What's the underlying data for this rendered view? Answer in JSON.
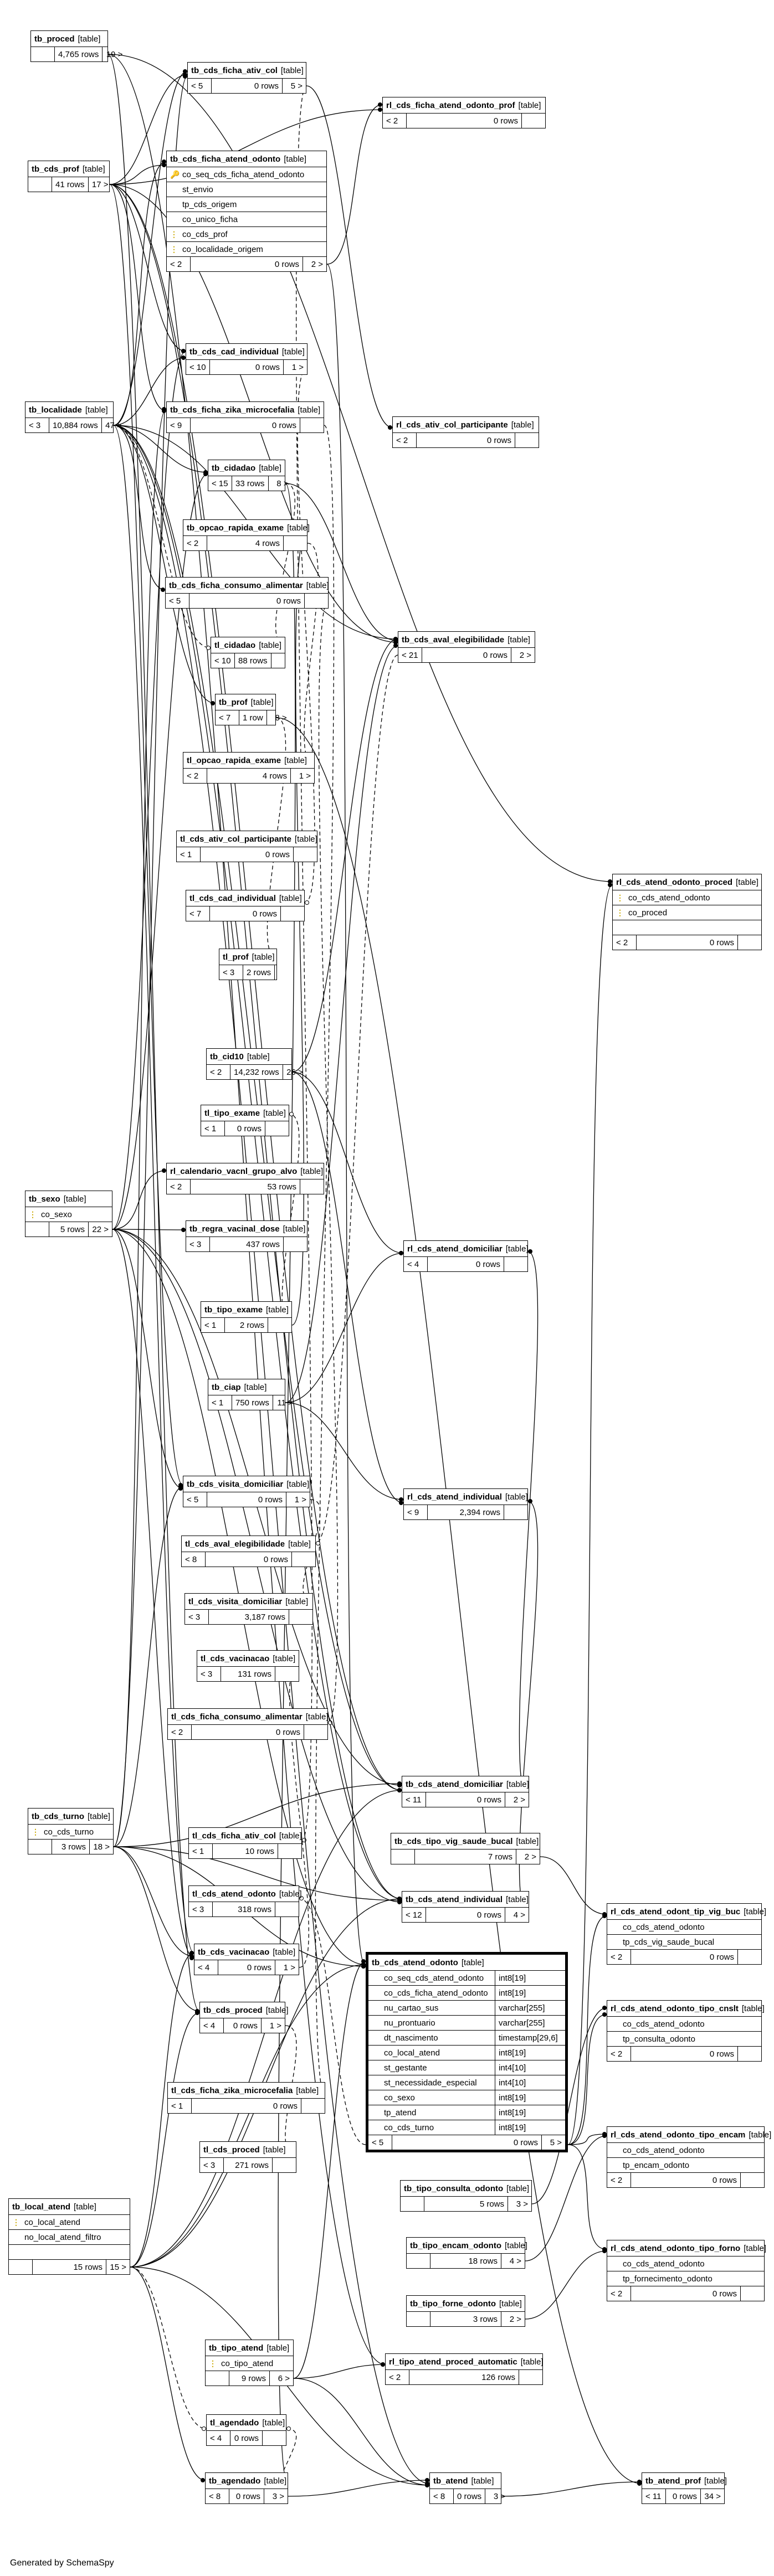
{
  "footer_text": "Generated by SchemaSpy",
  "tables": [
    {
      "id": "tb_proced",
      "name": "tb_proced",
      "type": "[table]",
      "columns": [],
      "parents": "",
      "rows": "4,765 rows",
      "children": "19 >"
    },
    {
      "id": "tb_cds_ficha_ativ_col",
      "name": "tb_cds_ficha_ativ_col",
      "type": "[table]",
      "columns": [],
      "parents": "< 5",
      "rows": "0 rows",
      "children": "5 >"
    },
    {
      "id": "rl_cds_ficha_atend_odonto_prof",
      "name": "rl_cds_ficha_atend_odonto_prof",
      "type": "[table]",
      "columns": [],
      "parents": "< 2",
      "rows": "0 rows",
      "children": ""
    },
    {
      "id": "tb_cds_prof",
      "name": "tb_cds_prof",
      "type": "[table]",
      "columns": [],
      "parents": "",
      "rows": "41 rows",
      "children": "17 >"
    },
    {
      "id": "tb_cds_ficha_atend_odonto",
      "name": "tb_cds_ficha_atend_odonto",
      "type": "[table]",
      "columns": [
        {
          "key": "🔑",
          "name": "co_seq_cds_ficha_atend_odonto"
        },
        {
          "key": "",
          "name": "st_envio"
        },
        {
          "key": "",
          "name": "tp_cds_origem"
        },
        {
          "key": "",
          "name": "co_unico_ficha"
        },
        {
          "key": "⋮",
          "name": "co_cds_prof"
        },
        {
          "key": "⋮",
          "name": "co_localidade_origem"
        }
      ],
      "parents": "< 2",
      "rows": "0 rows",
      "children": "2 >"
    },
    {
      "id": "tb_localidade",
      "name": "tb_localidade",
      "type": "[table]",
      "columns": [],
      "parents": "< 3",
      "rows": "10,884 rows",
      "children": "47 >"
    },
    {
      "id": "tb_cds_cad_individual",
      "name": "tb_cds_cad_individual",
      "type": "[table]",
      "columns": [],
      "parents": "< 10",
      "rows": "0 rows",
      "children": "1 >"
    },
    {
      "id": "tb_cds_ficha_zika_microcefalia",
      "name": "tb_cds_ficha_zika_microcefalia",
      "type": "[table]",
      "columns": [],
      "parents": "< 9",
      "rows": "0 rows",
      "children": ""
    },
    {
      "id": "rl_cds_ativ_col_participante",
      "name": "rl_cds_ativ_col_participante",
      "type": "[table]",
      "columns": [],
      "parents": "< 2",
      "rows": "0 rows",
      "children": ""
    },
    {
      "id": "tb_cidadao",
      "name": "tb_cidadao",
      "type": "[table]",
      "columns": [],
      "parents": "< 15",
      "rows": "33 rows",
      "children": "8 >"
    },
    {
      "id": "tb_opcao_rapida_exame",
      "name": "tb_opcao_rapida_exame",
      "type": "[table]",
      "columns": [],
      "parents": "< 2",
      "rows": "4 rows",
      "children": ""
    },
    {
      "id": "tb_cds_ficha_consumo_alimentar",
      "name": "tb_cds_ficha_consumo_alimentar",
      "type": "[table]",
      "columns": [],
      "parents": "< 5",
      "rows": "0 rows",
      "children": ""
    },
    {
      "id": "tl_cidadao",
      "name": "tl_cidadao",
      "type": "[table]",
      "columns": [],
      "parents": "< 10",
      "rows": "88 rows",
      "children": ""
    },
    {
      "id": "tb_cds_aval_elegibilidade",
      "name": "tb_cds_aval_elegibilidade",
      "type": "[table]",
      "columns": [],
      "parents": "< 21",
      "rows": "0 rows",
      "children": "2 >"
    },
    {
      "id": "tb_prof",
      "name": "tb_prof",
      "type": "[table]",
      "columns": [],
      "parents": "< 7",
      "rows": "1 row",
      "children": "8 >"
    },
    {
      "id": "tl_opcao_rapida_exame",
      "name": "tl_opcao_rapida_exame",
      "type": "[table]",
      "columns": [],
      "parents": "< 2",
      "rows": "4 rows",
      "children": "1 >"
    },
    {
      "id": "tl_cds_ativ_col_participante",
      "name": "tl_cds_ativ_col_participante",
      "type": "[table]",
      "columns": [],
      "parents": "< 1",
      "rows": "0 rows",
      "children": ""
    },
    {
      "id": "tl_cds_cad_individual",
      "name": "tl_cds_cad_individual",
      "type": "[table]",
      "columns": [],
      "parents": "< 7",
      "rows": "0 rows",
      "children": ""
    },
    {
      "id": "rl_cds_atend_odonto_proced",
      "name": "rl_cds_atend_odonto_proced",
      "type": "[table]",
      "columns": [
        {
          "key": "⋮",
          "name": "co_cds_atend_odonto"
        },
        {
          "key": "⋮",
          "name": "co_proced"
        },
        {
          "key": "",
          "name": ""
        }
      ],
      "parents": "< 2",
      "rows": "0 rows",
      "children": ""
    },
    {
      "id": "tl_prof",
      "name": "tl_prof",
      "type": "[table]",
      "columns": [],
      "parents": "< 3",
      "rows": "2 rows",
      "children": ""
    },
    {
      "id": "tb_cid10",
      "name": "tb_cid10",
      "type": "[table]",
      "columns": [],
      "parents": "< 2",
      "rows": "14,232 rows",
      "children": "26 >"
    },
    {
      "id": "tl_tipo_exame",
      "name": "tl_tipo_exame",
      "type": "[table]",
      "columns": [],
      "parents": "< 1",
      "rows": "0 rows",
      "children": ""
    },
    {
      "id": "rl_calendario_vacnl_grupo_alvo",
      "name": "rl_calendario_vacnl_grupo_alvo",
      "type": "[table]",
      "columns": [],
      "parents": "< 2",
      "rows": "53 rows",
      "children": ""
    },
    {
      "id": "tb_sexo",
      "name": "tb_sexo",
      "type": "[table]",
      "columns": [
        {
          "key": "⋮",
          "name": "co_sexo"
        }
      ],
      "parents": "",
      "rows": "5 rows",
      "children": "22 >"
    },
    {
      "id": "tb_regra_vacinal_dose",
      "name": "tb_regra_vacinal_dose",
      "type": "[table]",
      "columns": [],
      "parents": "< 3",
      "rows": "437 rows",
      "children": ""
    },
    {
      "id": "rl_cds_atend_domiciliar",
      "name": "rl_cds_atend_domiciliar",
      "type": "[table]",
      "columns": [],
      "parents": "< 4",
      "rows": "0 rows",
      "children": ""
    },
    {
      "id": "tb_tipo_exame",
      "name": "tb_tipo_exame",
      "type": "[table]",
      "columns": [],
      "parents": "< 1",
      "rows": "2 rows",
      "children": ""
    },
    {
      "id": "tb_ciap",
      "name": "tb_ciap",
      "type": "[table]",
      "columns": [],
      "parents": "< 1",
      "rows": "750 rows",
      "children": "11 >"
    },
    {
      "id": "tb_cds_visita_domiciliar",
      "name": "tb_cds_visita_domiciliar",
      "type": "[table]",
      "columns": [],
      "parents": "< 5",
      "rows": "0 rows",
      "children": "1 >"
    },
    {
      "id": "rl_cds_atend_individual",
      "name": "rl_cds_atend_individual",
      "type": "[table]",
      "columns": [],
      "parents": "< 9",
      "rows": "2,394 rows",
      "children": ""
    },
    {
      "id": "tl_cds_aval_elegibilidade",
      "name": "tl_cds_aval_elegibilidade",
      "type": "[table]",
      "columns": [],
      "parents": "< 8",
      "rows": "0 rows",
      "children": ""
    },
    {
      "id": "tl_cds_visita_domiciliar",
      "name": "tl_cds_visita_domiciliar",
      "type": "[table]",
      "columns": [],
      "parents": "< 3",
      "rows": "3,187 rows",
      "children": ""
    },
    {
      "id": "tl_cds_vacinacao",
      "name": "tl_cds_vacinacao",
      "type": "[table]",
      "columns": [],
      "parents": "< 3",
      "rows": "131 rows",
      "children": ""
    },
    {
      "id": "tl_cds_ficha_consumo_alimentar",
      "name": "tl_cds_ficha_consumo_alimentar",
      "type": "[table]",
      "columns": [],
      "parents": "< 2",
      "rows": "0 rows",
      "children": ""
    },
    {
      "id": "tb_cds_atend_domiciliar",
      "name": "tb_cds_atend_domiciliar",
      "type": "[table]",
      "columns": [],
      "parents": "< 11",
      "rows": "0 rows",
      "children": "2 >"
    },
    {
      "id": "tb_cds_turno",
      "name": "tb_cds_turno",
      "type": "[table]",
      "columns": [
        {
          "key": "⋮",
          "name": "co_cds_turno"
        }
      ],
      "parents": "",
      "rows": "3 rows",
      "children": "18 >"
    },
    {
      "id": "tl_cds_ficha_ativ_col",
      "name": "tl_cds_ficha_ativ_col",
      "type": "[table]",
      "columns": [],
      "parents": "< 1",
      "rows": "10 rows",
      "children": ""
    },
    {
      "id": "tb_cds_tipo_vig_saude_bucal",
      "name": "tb_cds_tipo_vig_saude_bucal",
      "type": "[table]",
      "columns": [],
      "parents": "",
      "rows": "7 rows",
      "children": "2 >"
    },
    {
      "id": "tl_cds_atend_odonto",
      "name": "tl_cds_atend_odonto",
      "type": "[table]",
      "columns": [],
      "parents": "< 3",
      "rows": "318 rows",
      "children": ""
    },
    {
      "id": "tb_cds_atend_individual",
      "name": "tb_cds_atend_individual",
      "type": "[table]",
      "columns": [],
      "parents": "< 12",
      "rows": "0 rows",
      "children": "4 >"
    },
    {
      "id": "tb_cds_vacinacao",
      "name": "tb_cds_vacinacao",
      "type": "[table]",
      "columns": [],
      "parents": "< 4",
      "rows": "0 rows",
      "children": "1 >"
    },
    {
      "id": "rl_cds_atend_odont_tip_vig_buc",
      "name": "rl_cds_atend_odont_tip_vig_buc",
      "type": "[table]",
      "columns": [
        {
          "key": "",
          "name": "co_cds_atend_odonto"
        },
        {
          "key": "",
          "name": "tp_cds_vig_saude_bucal"
        }
      ],
      "parents": "< 2",
      "rows": "0 rows",
      "children": ""
    },
    {
      "id": "tb_cds_atend_odonto",
      "name": "tb_cds_atend_odonto",
      "type": "[table]",
      "focus": true,
      "columns": [
        {
          "key": "",
          "name": "co_seq_cds_atend_odonto",
          "type": "int8[19]"
        },
        {
          "key": "",
          "name": "co_cds_ficha_atend_odonto",
          "type": "int8[19]"
        },
        {
          "key": "",
          "name": "nu_cartao_sus",
          "type": "varchar[255]"
        },
        {
          "key": "",
          "name": "nu_prontuario",
          "type": "varchar[255]"
        },
        {
          "key": "",
          "name": "dt_nascimento",
          "type": "timestamp[29,6]"
        },
        {
          "key": "",
          "name": "co_local_atend",
          "type": "int8[19]"
        },
        {
          "key": "",
          "name": "st_gestante",
          "type": "int4[10]"
        },
        {
          "key": "",
          "name": "st_necessidade_especial",
          "type": "int4[10]"
        },
        {
          "key": "",
          "name": "co_sexo",
          "type": "int8[19]"
        },
        {
          "key": "",
          "name": "tp_atend",
          "type": "int8[19]"
        },
        {
          "key": "",
          "name": "co_cds_turno",
          "type": "int8[19]"
        }
      ],
      "parents": "< 5",
      "rows": "0 rows",
      "children": "5 >"
    },
    {
      "id": "tb_cds_proced",
      "name": "tb_cds_proced",
      "type": "[table]",
      "columns": [],
      "parents": "< 4",
      "rows": "0 rows",
      "children": "1 >"
    },
    {
      "id": "rl_cds_atend_odonto_tipo_cnslt",
      "name": "rl_cds_atend_odonto_tipo_cnslt",
      "type": "[table]",
      "columns": [
        {
          "key": "",
          "name": "co_cds_atend_odonto"
        },
        {
          "key": "",
          "name": "tp_consulta_odonto"
        }
      ],
      "parents": "< 2",
      "rows": "0 rows",
      "children": ""
    },
    {
      "id": "tl_cds_ficha_zika_microcefalia",
      "name": "tl_cds_ficha_zika_microcefalia",
      "type": "[table]",
      "columns": [],
      "parents": "< 1",
      "rows": "0 rows",
      "children": ""
    },
    {
      "id": "rl_cds_atend_odonto_tipo_encam",
      "name": "rl_cds_atend_odonto_tipo_encam",
      "type": "[table]",
      "columns": [
        {
          "key": "",
          "name": "co_cds_atend_odonto"
        },
        {
          "key": "",
          "name": "tp_encam_odonto"
        }
      ],
      "parents": "< 2",
      "rows": "0 rows",
      "children": ""
    },
    {
      "id": "tl_cds_proced",
      "name": "tl_cds_proced",
      "type": "[table]",
      "columns": [],
      "parents": "< 3",
      "rows": "271 rows",
      "children": ""
    },
    {
      "id": "tb_tipo_consulta_odonto",
      "name": "tb_tipo_consulta_odonto",
      "type": "[table]",
      "columns": [],
      "parents": "",
      "rows": "5 rows",
      "children": "3 >"
    },
    {
      "id": "tb_local_atend",
      "name": "tb_local_atend",
      "type": "[table]",
      "columns": [
        {
          "key": "⋮",
          "name": "co_local_atend"
        },
        {
          "key": "",
          "name": "no_local_atend_filtro"
        },
        {
          "key": "",
          "name": ""
        }
      ],
      "parents": "",
      "rows": "15 rows",
      "children": "15 >"
    },
    {
      "id": "tb_tipo_encam_odonto",
      "name": "tb_tipo_encam_odonto",
      "type": "[table]",
      "columns": [],
      "parents": "",
      "rows": "18 rows",
      "children": "4 >"
    },
    {
      "id": "rl_cds_atend_odonto_tipo_forno",
      "name": "rl_cds_atend_odonto_tipo_forno",
      "type": "[table]",
      "columns": [
        {
          "key": "",
          "name": "co_cds_atend_odonto"
        },
        {
          "key": "",
          "name": "tp_fornecimento_odonto"
        }
      ],
      "parents": "< 2",
      "rows": "0 rows",
      "children": ""
    },
    {
      "id": "tb_tipo_forne_odonto",
      "name": "tb_tipo_forne_odonto",
      "type": "[table]",
      "columns": [],
      "parents": "",
      "rows": "3 rows",
      "children": "2 >"
    },
    {
      "id": "tb_tipo_atend",
      "name": "tb_tipo_atend",
      "type": "[table]",
      "columns": [
        {
          "key": "⋮",
          "name": "co_tipo_atend"
        }
      ],
      "parents": "",
      "rows": "9 rows",
      "children": "6 >"
    },
    {
      "id": "rl_tipo_atend_proced_automatic",
      "name": "rl_tipo_atend_proced_automatic",
      "type": "[table]",
      "columns": [],
      "parents": "< 2",
      "rows": "126 rows",
      "children": ""
    },
    {
      "id": "tl_agendado",
      "name": "tl_agendado",
      "type": "[table]",
      "columns": [],
      "parents": "< 4",
      "rows": "0 rows",
      "children": ""
    },
    {
      "id": "tb_agendado",
      "name": "tb_agendado",
      "type": "[table]",
      "columns": [],
      "parents": "< 8",
      "rows": "0 rows",
      "children": "3 >"
    },
    {
      "id": "tb_atend",
      "name": "tb_atend",
      "type": "[table]",
      "columns": [],
      "parents": "< 8",
      "rows": "0 rows",
      "children": "3 >"
    },
    {
      "id": "tb_atend_prof",
      "name": "tb_atend_prof",
      "type": "[table]",
      "columns": [],
      "parents": "< 11",
      "rows": "0 rows",
      "children": "34 >"
    }
  ]
}
